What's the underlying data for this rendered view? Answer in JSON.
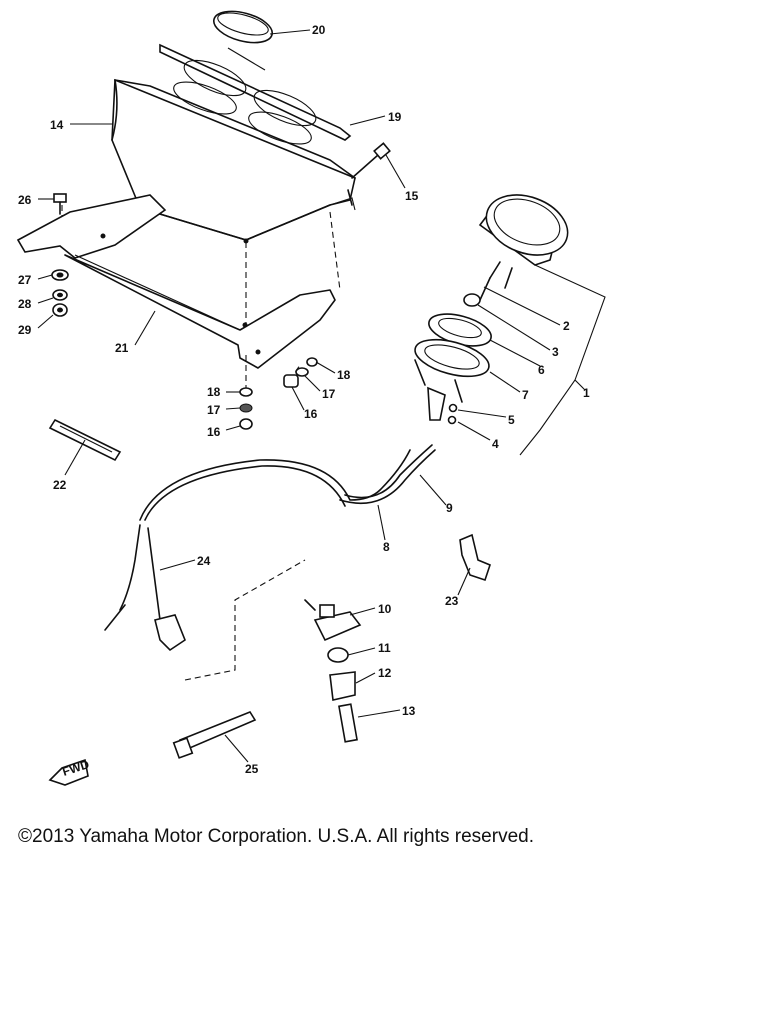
{
  "diagram": {
    "callouts": [
      {
        "id": "20",
        "text": "20"
      },
      {
        "id": "19",
        "text": "19"
      },
      {
        "id": "14",
        "text": "14"
      },
      {
        "id": "15",
        "text": "15"
      },
      {
        "id": "26",
        "text": "26"
      },
      {
        "id": "27",
        "text": "27"
      },
      {
        "id": "28",
        "text": "28"
      },
      {
        "id": "29",
        "text": "29"
      },
      {
        "id": "21",
        "text": "21"
      },
      {
        "id": "18a",
        "text": "18"
      },
      {
        "id": "17a",
        "text": "17"
      },
      {
        "id": "16a",
        "text": "16"
      },
      {
        "id": "18b",
        "text": "18"
      },
      {
        "id": "17b",
        "text": "17"
      },
      {
        "id": "16b",
        "text": "16"
      },
      {
        "id": "2",
        "text": "2"
      },
      {
        "id": "3",
        "text": "3"
      },
      {
        "id": "6",
        "text": "6"
      },
      {
        "id": "1",
        "text": "1"
      },
      {
        "id": "7",
        "text": "7"
      },
      {
        "id": "5",
        "text": "5"
      },
      {
        "id": "4",
        "text": "4"
      },
      {
        "id": "22",
        "text": "22"
      },
      {
        "id": "9",
        "text": "9"
      },
      {
        "id": "8",
        "text": "8"
      },
      {
        "id": "24",
        "text": "24"
      },
      {
        "id": "23",
        "text": "23"
      },
      {
        "id": "10",
        "text": "10"
      },
      {
        "id": "11",
        "text": "11"
      },
      {
        "id": "12",
        "text": "12"
      },
      {
        "id": "13",
        "text": "13"
      },
      {
        "id": "25",
        "text": "25"
      }
    ],
    "fwd_label": "FWD"
  },
  "footer": {
    "copyright": "©2013 Yamaha Motor Corporation. U.S.A. All rights reserved."
  }
}
